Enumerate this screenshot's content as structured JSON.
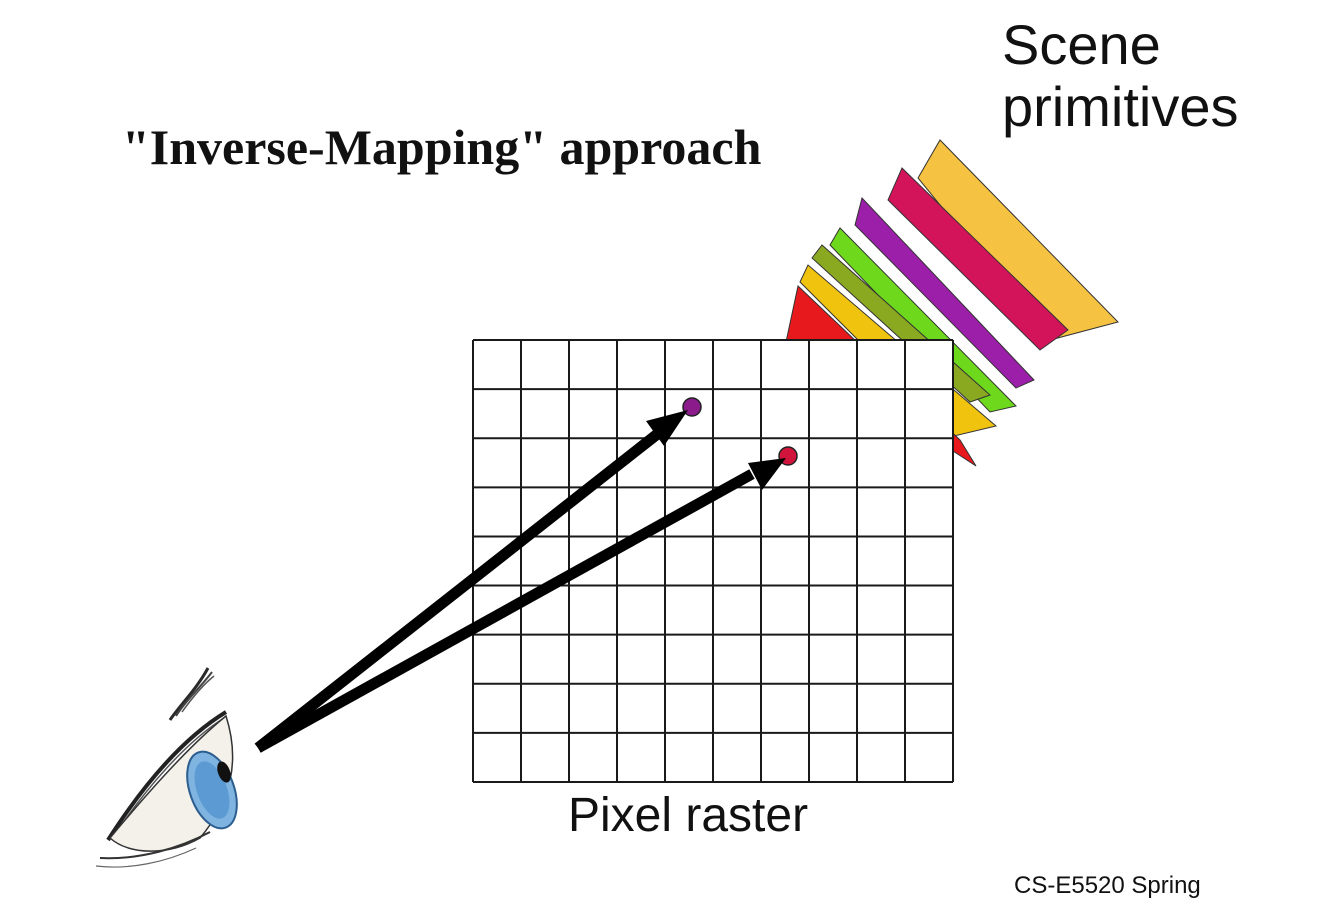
{
  "title": "\"Inverse-Mapping\" approach",
  "labels": {
    "scene_line1": "Scene",
    "scene_line2": "primitives",
    "raster": "Pixel raster",
    "footer": "CS-E5520 Spring"
  },
  "colors": {
    "grid": "#1a1a1a",
    "arrow": "#000000",
    "pixel_sample_1": "#8b1a8b",
    "pixel_sample_2": "#d0143c",
    "primitives": [
      "#f5c242",
      "#d4145a",
      "#9b1fa8",
      "#6dd81c",
      "#8aa820",
      "#f0c30f",
      "#e8191c"
    ]
  },
  "raster": {
    "rows": 9,
    "cols": 10
  },
  "icons": {
    "eye": "eye-icon"
  }
}
